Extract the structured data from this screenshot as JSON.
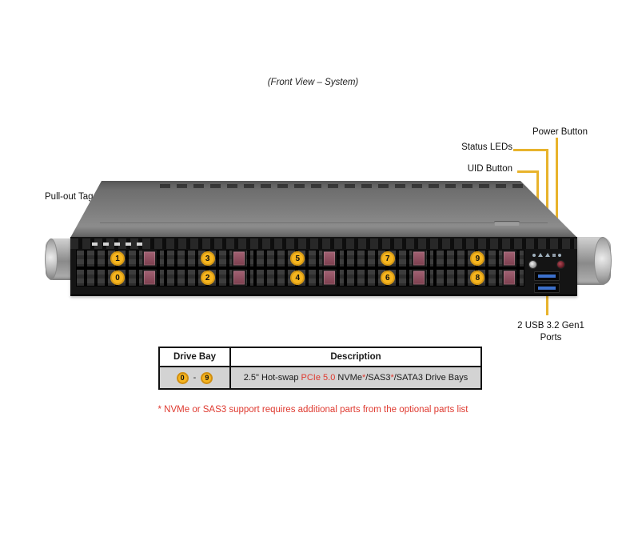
{
  "title": "(Front View – System)",
  "callouts": {
    "power_button": "Power Button",
    "status_leds": "Status LEDs",
    "uid_button": "UID Button",
    "pull_out_tag": "Pull-out Tag",
    "usb_line1": "2 USB 3.2 Gen1",
    "usb_line2": "Ports"
  },
  "drives": {
    "top": [
      "1",
      "3",
      "5",
      "7",
      "9"
    ],
    "bottom": [
      "0",
      "2",
      "4",
      "6",
      "8"
    ]
  },
  "table": {
    "headers": [
      "Drive Bay",
      "Description"
    ],
    "row": {
      "bay_start": "0",
      "bay_separator": "-",
      "bay_end": "9",
      "description": {
        "p1": "2.5\" Hot-swap ",
        "p2": "PCIe 5.0",
        "p3": " NVMe",
        "p4": "*",
        "p5": "/SAS3",
        "p6": "*",
        "p7": "/SATA3 Drive Bays"
      }
    }
  },
  "footnote": "* NVMe or SAS3 support requires additional parts from the optional parts list",
  "colors": {
    "callout_yellow": "#E8B32C",
    "drive_number_yellow": "#F6B51F",
    "highlight_red": "#DF3A30",
    "latch_maroon": "#8A4A57",
    "usb_blue": "#3C70CC",
    "table_row_gray": "#D3D3D3"
  }
}
